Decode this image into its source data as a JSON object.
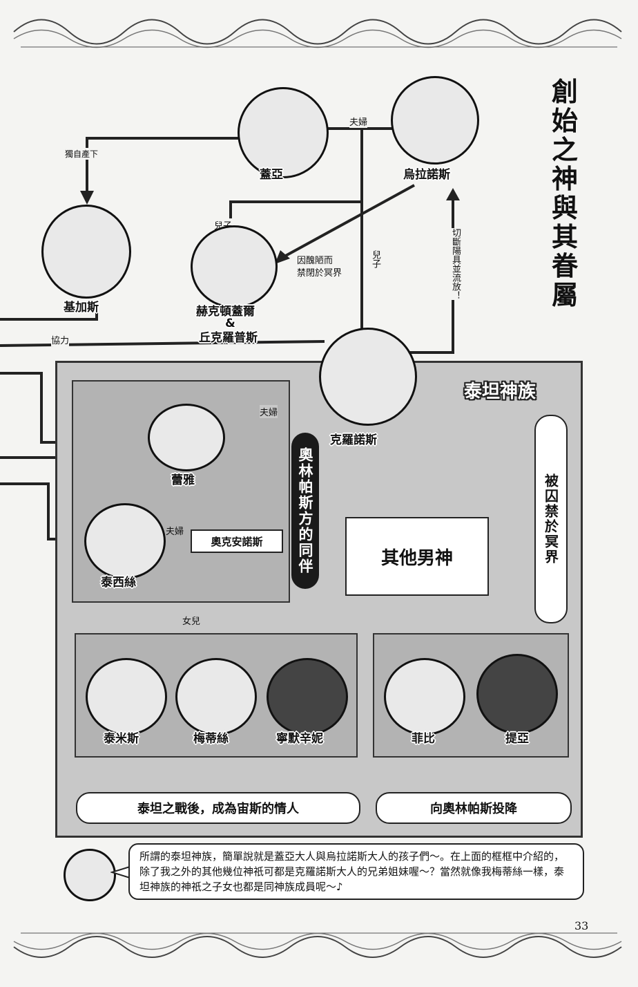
{
  "title": "創始之神與其眷屬",
  "characters": {
    "gaia": "蓋亞",
    "uranus": "烏拉諾斯",
    "gigas": "基加斯",
    "hecatoncheires": "赫克頓蓋爾",
    "amp": "&",
    "cyclops": "丘克羅普斯",
    "cronus": "克羅諾斯",
    "rhea": "蕾雅",
    "oceanus": "奧克安諾斯",
    "tethys": "泰西絲",
    "themis": "泰米斯",
    "metis": "梅蒂絲",
    "mnemosyne": "寧默辛妮",
    "phoebe": "菲比",
    "theia": "提亞"
  },
  "labels": {
    "gaia_uranus": "夫婦",
    "gaia_gigas": "獨自產下",
    "son1": "兒子",
    "son2": "兒子",
    "imprison": [
      "因醜陋而",
      "禁閉於冥界"
    ],
    "castrate": "切斷陽具並流放！",
    "cooperate": "協力",
    "cronus_rhea": "夫婦",
    "oceanus_tethys": "夫婦",
    "daughter": "女兒"
  },
  "titan_box": {
    "title": "泰坦神族",
    "olympus_side": "奧林帕斯方的同伴",
    "imprisoned": "被囚禁於冥界",
    "other_gods": "其他男神",
    "outcome_left": "泰坦之戰後，成為宙斯的情人",
    "outcome_right": "向奧林帕斯投降"
  },
  "speech": "所謂的泰坦神族，簡單說就是蓋亞大人與烏拉諾斯大人的孩子們～。在上面的框框中介紹的，除了我之外的其他幾位神祇可都是克羅諾斯大人的兄弟姐妹喔～？當然就像我梅蒂絲一樣，泰坦神族的神祇之子女也都是同神族成員呢～♪",
  "page_number": "33"
}
